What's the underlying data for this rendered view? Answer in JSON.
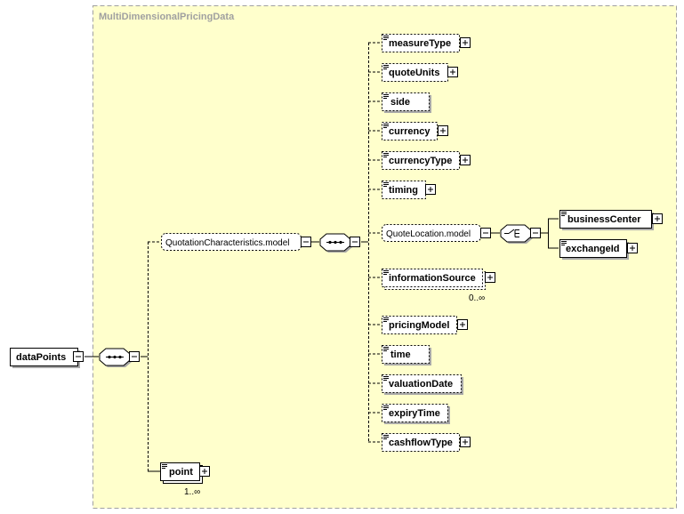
{
  "group": {
    "title": "MultiDimensionalPricingData"
  },
  "root": {
    "name": "dataPoints"
  },
  "group_refs": {
    "quotation": "QuotationCharacteristics.model",
    "location": "QuoteLocation.model"
  },
  "point": {
    "name": "point",
    "cardinality": "1..∞"
  },
  "elements": [
    {
      "name": "measureType",
      "expandable": true
    },
    {
      "name": "quoteUnits",
      "expandable": true
    },
    {
      "name": "side",
      "expandable": false
    },
    {
      "name": "currency",
      "expandable": true
    },
    {
      "name": "currencyType",
      "expandable": true
    },
    {
      "name": "timing",
      "expandable": true
    },
    {
      "name": "informationSource",
      "expandable": true,
      "cardinality": "0..∞"
    },
    {
      "name": "pricingModel",
      "expandable": true
    },
    {
      "name": "time",
      "expandable": false
    },
    {
      "name": "valuationDate",
      "expandable": false
    },
    {
      "name": "expiryTime",
      "expandable": false
    },
    {
      "name": "cashflowType",
      "expandable": true
    }
  ],
  "location_elements": [
    {
      "name": "businessCenter",
      "expandable": true
    },
    {
      "name": "exchangeId",
      "expandable": true
    }
  ],
  "colors": {
    "group_fill": "#ffffcc",
    "group_border": "#a0a0a0",
    "box_fill": "#ffffff",
    "line": "#000000",
    "shadow": "#a8a8a8"
  }
}
